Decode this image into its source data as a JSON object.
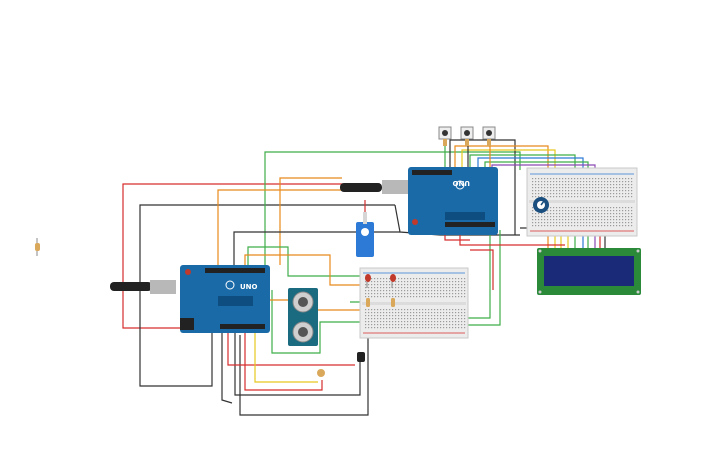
{
  "app": {
    "view": "circuit-schematic-canvas"
  },
  "components": {
    "arduino_left": {
      "label": "UNO",
      "kind": "arduino-uno"
    },
    "arduino_right": {
      "label": "UNO",
      "kind": "arduino-uno"
    },
    "ultrasonic": {
      "kind": "ultrasonic-distance-sensor"
    },
    "servo": {
      "kind": "micro-servo"
    },
    "lcd": {
      "kind": "lcd-16x2"
    },
    "potentiometer": {
      "kind": "potentiometer"
    },
    "pushbuttons": {
      "count": 3
    },
    "leds": {
      "count": 2,
      "color": "#c0392b"
    }
  },
  "colors": {
    "board_blue": "#1a6aa8",
    "board_dark": "#0d4d80",
    "breadboard": "#ececec",
    "wire_red": "#d62d2d",
    "wire_black": "#333333",
    "wire_green": "#3fae49",
    "wire_orange": "#e8891c",
    "wire_yellow": "#e6c81e",
    "wire_blue": "#2c7ad6",
    "wire_purple": "#8a4bb5",
    "lcd_screen": "#1b2a78"
  }
}
